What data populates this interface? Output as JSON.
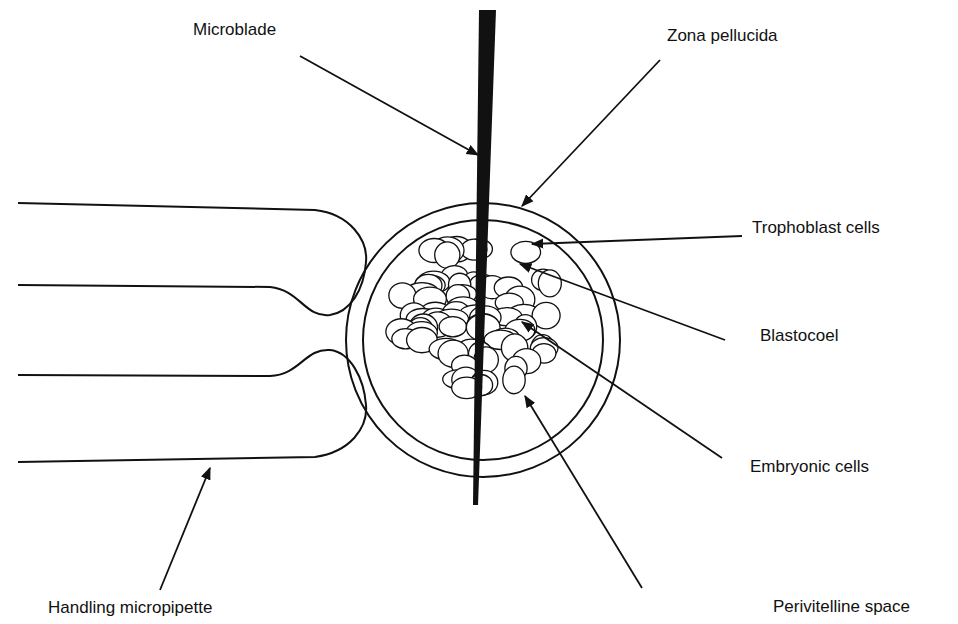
{
  "diagram": {
    "labels": [
      "Microblade",
      "Zona pellucida",
      "Trophoblast cells",
      "Blastocoel",
      "Embryonic cells",
      "Perivitelline space",
      "Handling micropipette"
    ]
  }
}
